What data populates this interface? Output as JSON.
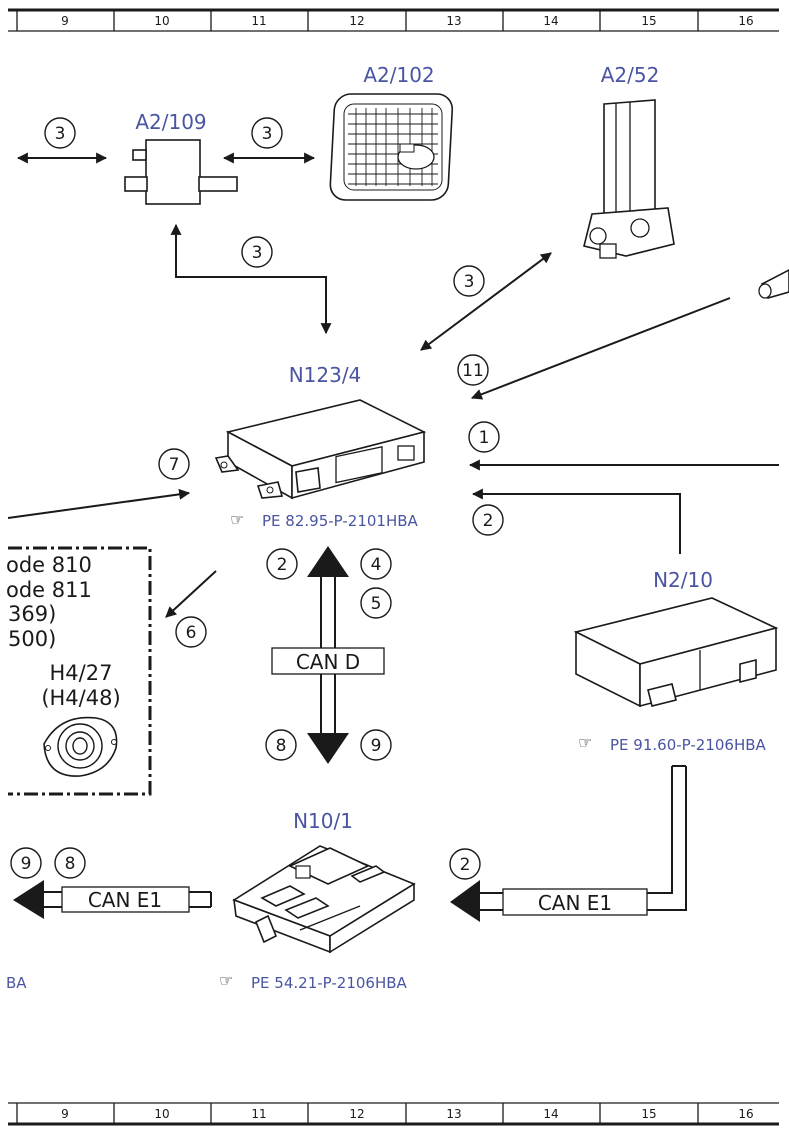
{
  "grid": {
    "columns": [
      "9",
      "10",
      "11",
      "12",
      "13",
      "14",
      "15",
      "16"
    ]
  },
  "components": {
    "a2_109": "A2/109",
    "a2_102": "A2/102",
    "a2_52": "A2/52",
    "n123_4": "N123/4",
    "n2_10": "N2/10",
    "n10_1": "N10/1",
    "h4_27": "H4/27",
    "h4_48": "(H4/48)"
  },
  "refs": {
    "n123_4": "PE 82.95-P-2101HBA",
    "n2_10": "PE 91.60-P-2106HBA",
    "n10_1": "PE 54.21-P-2106HBA",
    "left_cut": "BA"
  },
  "buses": {
    "can_d": "CAN D",
    "can_e1_left": "CAN E1",
    "can_e1_right": "CAN E1"
  },
  "callouts": {
    "c3a": "3",
    "c3b": "3",
    "c3c": "3",
    "c3d": "3",
    "c11": "11",
    "c1": "1",
    "c2a": "2",
    "c7": "7",
    "c2b": "2",
    "c4": "4",
    "c5": "5",
    "c6": "6",
    "c8a": "8",
    "c9a": "9",
    "c2c": "2",
    "c9b": "9",
    "c8b": "8"
  },
  "inset": {
    "line1": "ode 810",
    "line2": "ode 811",
    "line3": "369)",
    "line4": "500)"
  },
  "colors": {
    "label_blue": "#4a55a2",
    "ink": "#1a1a1a"
  }
}
